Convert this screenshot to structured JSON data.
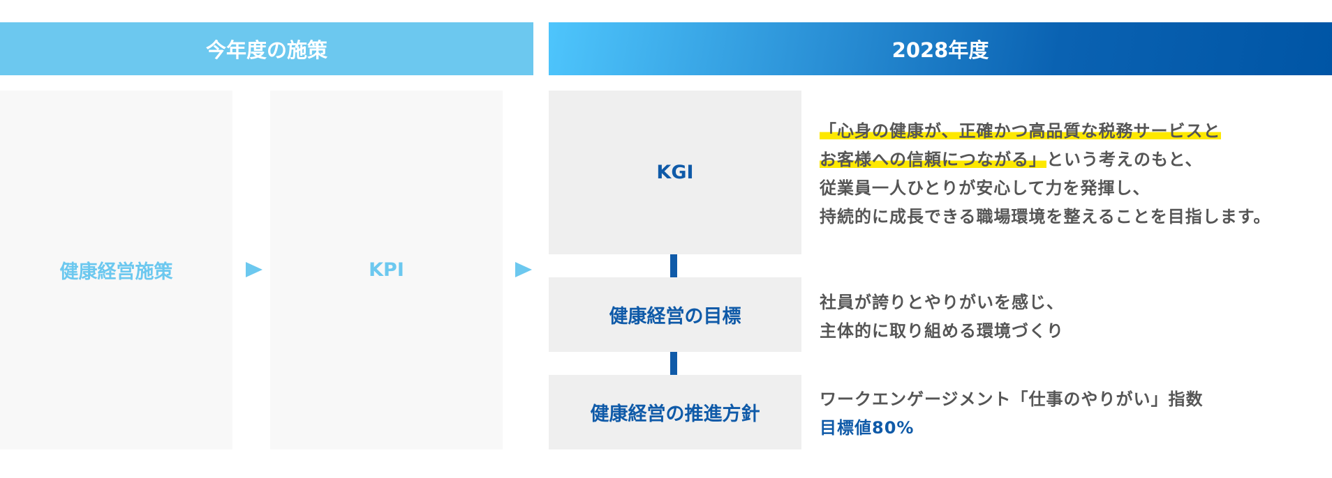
{
  "header": {
    "current_year": "今年度の施策",
    "target_year": "2028年度"
  },
  "columns": {
    "measures": "健康経営施策",
    "kpi": "KPI"
  },
  "kgi": {
    "label": "KGI",
    "lines": [
      "「心身の健康が、正確かつ高品質な税務サービスと",
      "お客様への信頼につながる」",
      "という考えのもと、",
      "従業員一人ひとりが安心して力を発揮し、",
      "持続的に成長できる職場環境を整えることを目指します。"
    ]
  },
  "goal": {
    "label": "健康経営の目標",
    "lines": [
      "社員が誇りとやりがいを感じ、",
      "主体的に取り組める環境づくり"
    ]
  },
  "policy": {
    "label": "健康経営の推進方針",
    "lines": [
      "ワークエンゲージメント「仕事のやりがい」指数",
      "目標値80%"
    ]
  },
  "colors": {
    "light_blue": "#6cc8ef",
    "dark_blue": "#0055a5",
    "highlight": "#fde800",
    "text": "#555555"
  }
}
